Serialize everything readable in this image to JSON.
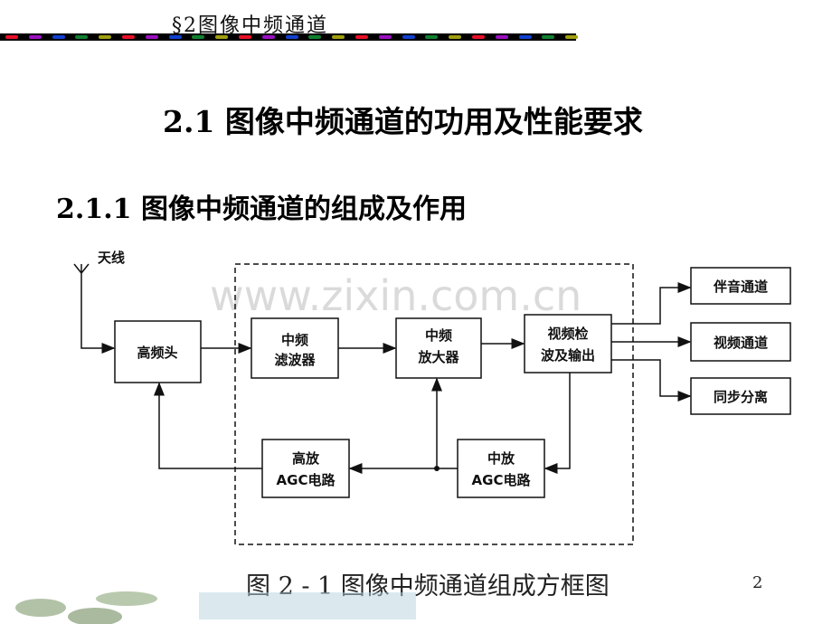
{
  "header": {
    "title": "§2图像中频通道"
  },
  "title": "2.1 图像中频通道的功用及性能要求",
  "subtitle": "2.1.1 图像中频通道的组成及作用",
  "watermark": "www.zixin.com.cn",
  "diagram": {
    "antenna": "天线",
    "rf_head": "高频头",
    "if_filter": [
      "中频",
      "滤波器"
    ],
    "if_amp": [
      "中频",
      "放大器"
    ],
    "detector": [
      "视频检",
      "波及输出"
    ],
    "rf_agc": [
      "高放",
      "AGC电路"
    ],
    "if_agc": [
      "中放",
      "AGC电路"
    ],
    "outputs": [
      "伴音通道",
      "视频通道",
      "同步分离"
    ]
  },
  "caption": "图 2 - 1 图像中频通道组成方框图",
  "page_number": "2",
  "colors": {
    "dots": [
      "#e8102a",
      "#9a10c0",
      "#1040d0",
      "#108030",
      "#a0a010"
    ]
  }
}
